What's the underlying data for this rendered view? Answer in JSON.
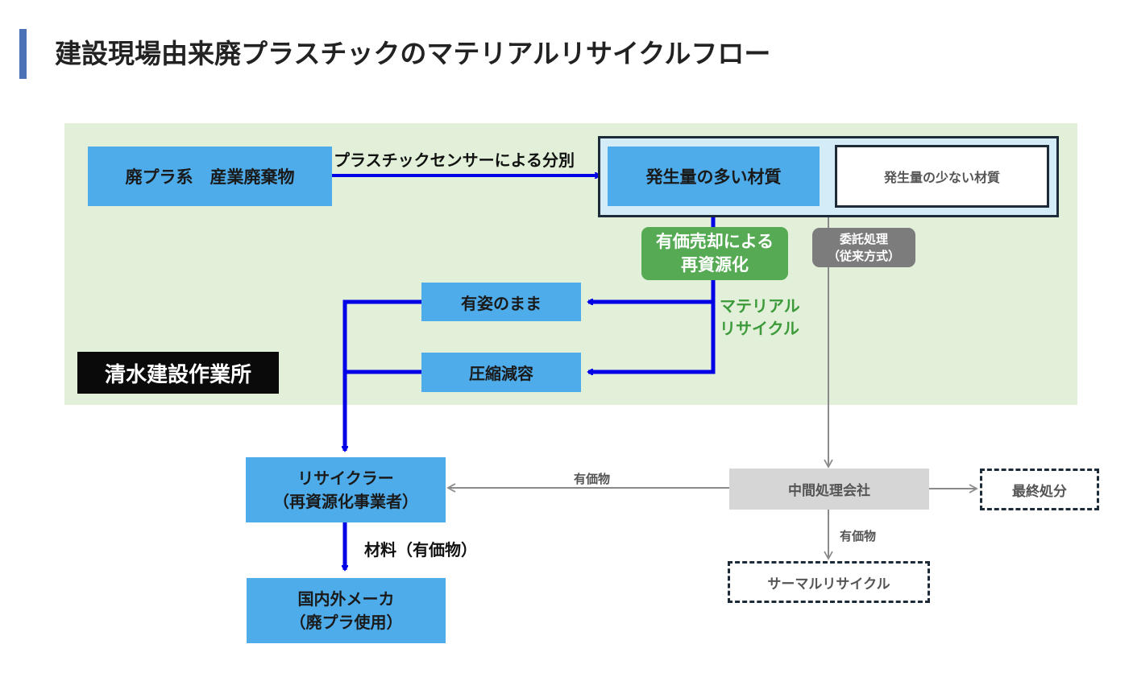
{
  "heading": "建設現場由来廃プラスチックのマテリアルリサイクルフロー",
  "site_name": "清水建設作業所",
  "nodes": {
    "industrial_waste": "廃プラ系　産業廃棄物",
    "large_volume": "発生量の多い材質",
    "small_volume": "発生量の少ない材質",
    "as_is": "有姿のまま",
    "compressed": "圧縮減容",
    "recycler_line1": "リサイクラー",
    "recycler_line2": "（再資源化事業者）",
    "maker_line1": "国内外メーカ",
    "maker_line2": "（廃プラ使用）",
    "intermediate": "中間処理会社",
    "final_disposal": "最終処分",
    "thermal_recycle": "サーマルリサイクル"
  },
  "labels": {
    "sorting": "プラスチックセンサーによる分別",
    "sale_line1": "有価売却による",
    "sale_line2": "再資源化",
    "material_line1": "マテリアル",
    "material_line2": "リサイクル",
    "consign_line1": "委託処理",
    "consign_line2": "（従来方式）",
    "material_valuable": "材料（有価物）",
    "valuable_left": "有価物",
    "valuable_down": "有価物"
  },
  "colors": {
    "heading_bar": "#4a72b6",
    "site_area": "#e2f0d9",
    "node_blue": "#4eacea",
    "arrow_blue": "#0000e6",
    "green_label": "#56aa54",
    "gray_label": "#7c7c7c",
    "intermediate_fill": "#d6d6d6"
  }
}
